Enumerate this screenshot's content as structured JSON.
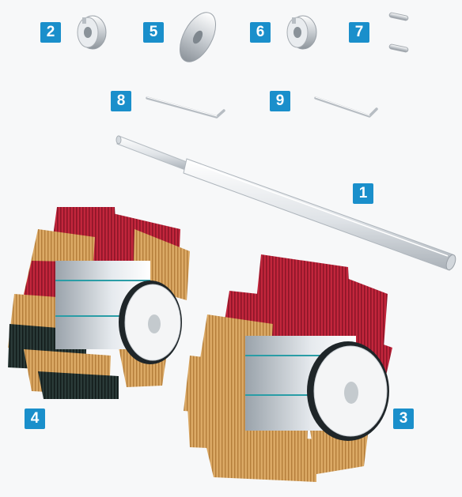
{
  "parts": [
    {
      "number": "2",
      "name": "collar-clamp"
    },
    {
      "number": "5",
      "name": "washer"
    },
    {
      "number": "6",
      "name": "collar-clamp"
    },
    {
      "number": "7",
      "name": "pins"
    },
    {
      "number": "8",
      "name": "hex-key"
    },
    {
      "number": "9",
      "name": "hex-key"
    },
    {
      "number": "1",
      "name": "shaft"
    },
    {
      "number": "4",
      "name": "abrasive-brush-wheel-small"
    },
    {
      "number": "3",
      "name": "abrasive-brush-wheel-large"
    }
  ],
  "colors": {
    "badge": "#1a8fcb",
    "bristle_red": "#c2263c",
    "bristle_tan": "#d9a25c",
    "bristle_dark": "#1e2b2a",
    "metal": "#c9ced3"
  }
}
